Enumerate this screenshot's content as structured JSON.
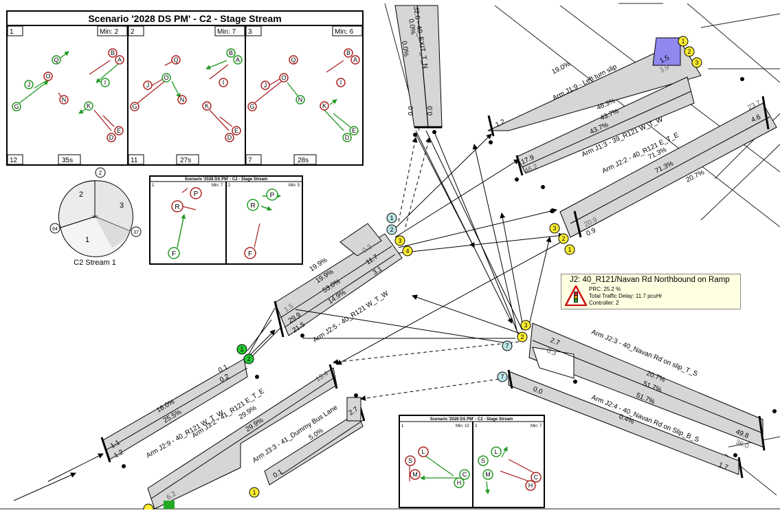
{
  "stage_stream_main": {
    "title": "Scenario '2028 DS PM' - C2 - Stage Stream",
    "stages": [
      {
        "num": "1",
        "min": "Min: 2",
        "ig": "12",
        "dur": "35s"
      },
      {
        "num": "2",
        "min": "Min: 7",
        "ig": "11",
        "dur": "27s"
      },
      {
        "num": "3",
        "min": "Min: 6",
        "ig": "7",
        "dur": "28s"
      }
    ],
    "phase_letters": [
      "B",
      "A",
      "Q",
      "O",
      "J",
      "I",
      "G",
      "N",
      "K",
      "E",
      "D"
    ]
  },
  "cycle_dial": {
    "caption": "C2 Stream 1",
    "center": "120",
    "stage_labels": [
      "1",
      "2",
      "3"
    ],
    "markers": [
      "2",
      "64",
      "37"
    ]
  },
  "stage_stream_small_1": {
    "title": "Scenario '2028 DS PM' - C2 - Stage Stream",
    "stages": [
      {
        "num": "1",
        "min": "Min: 7"
      },
      {
        "num": "2",
        "min": "Min: 5"
      }
    ],
    "phase_letters": [
      "P",
      "R",
      "F"
    ]
  },
  "stage_stream_small_2": {
    "title": "Scenario '2028 DS PM' - C2 - Stage Stream",
    "stages": [
      {
        "num": "1",
        "min": "Min: 10"
      },
      {
        "num": "2",
        "min": "Min: 7"
      }
    ],
    "phase_letters": [
      "L",
      "S",
      "M",
      "C",
      "H"
    ]
  },
  "arm_labels": [
    "J2:6 - 40_EXIT_T_N",
    "Arm J1:9 - Left turn slip",
    "Arm J1:3 - 39_R121 W_T_W",
    "Arm J2:2 - 40_R121 E_T_E",
    "Arm J2:5 - 40_R121 W_T_W",
    "Arm J2:3 - 40_Navan Rd on slip_T_S",
    "Arm J2:4 - 40_Navan Rd on Slip_B_S",
    "Arm J2:9 - 40_R121 W_T_W",
    "Arm J3:2 - 41_R121 E_T_E",
    "Arm J3:3 - 41_Dummy Bus Lane"
  ],
  "values": {
    "exit_t_n": [
      "0.0%",
      "0.0%",
      "0.0",
      "0.0"
    ],
    "j1_9": [
      "19.0%",
      "1.2",
      "1.5",
      "3.9"
    ],
    "j1_3": [
      "46.3%",
      "43.7%",
      "43.7%",
      "17.9",
      "46.2"
    ],
    "j2_2": [
      "23.7",
      "4.6",
      "71.3%",
      "71.3%",
      "20.7%",
      "20.9",
      "0.9"
    ],
    "j2_5": [
      "19.9%",
      "19.9%",
      "53.0%",
      "14.9%",
      "0.3",
      "11.7",
      "3.1",
      "1.5",
      "29.9",
      "21.5"
    ],
    "j2_3": [
      "2.7",
      "6.3",
      "20.7%",
      "51.7%",
      "51.7%",
      "49.8",
      "36.0"
    ],
    "j2_4": [
      "0.0",
      "0.4%",
      "1.7"
    ],
    "j2_9": [
      "0.1",
      "0.2",
      "16.0%",
      "25.5%",
      "1.1",
      "1.2"
    ],
    "j3_2": [
      "13.4",
      "29.9%",
      "29.9%",
      "6.2"
    ],
    "j3_3": [
      "2.7",
      "5.0%",
      "0.1"
    ]
  },
  "signal_numbers": {
    "j1_top": [
      "1",
      "2",
      "3"
    ],
    "j2_west": [
      "1",
      "2",
      "3",
      "4"
    ],
    "j2_east": [
      "3",
      "2",
      "1"
    ],
    "j2_south": [
      "3",
      "2",
      "7",
      "7"
    ],
    "j2_green": [
      "1",
      "2"
    ],
    "j3_bottom": [
      "1"
    ]
  },
  "tooltip": {
    "title": "J2: 40_R121/Navan Rd Northbound on Ramp",
    "line1": "PRC: 25.2 %",
    "line2": "Total Traffic Delay: 11.7 pcuHr",
    "line3": "Controller: 2"
  },
  "colors": {
    "link_fill": "#d6d6d6",
    "signal_yellow": "#ffee33",
    "signal_cyan": "#bde5e8",
    "signal_green": "#22cc33",
    "phase_red": "#aa2222",
    "phase_green": "#229922",
    "queue_blue": "#8f88ee",
    "queue_green": "#22aa22",
    "tooltip_bg": "#ffffe1"
  }
}
